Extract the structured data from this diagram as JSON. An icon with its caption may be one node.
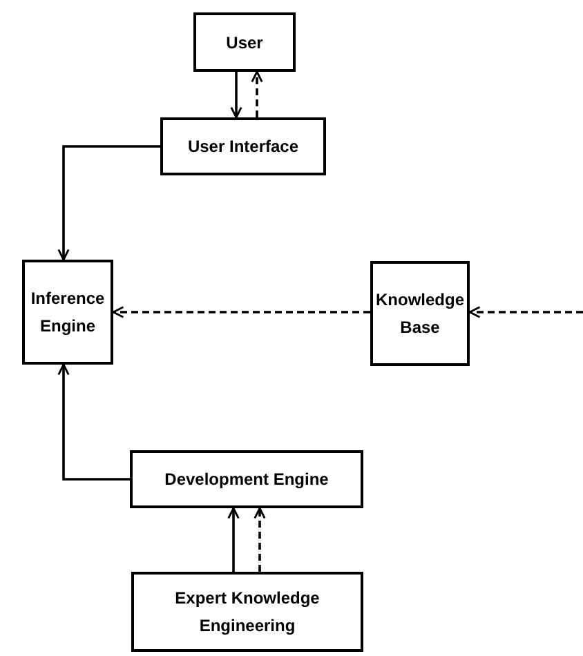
{
  "diagram": {
    "nodes": [
      {
        "text": [
          "User"
        ]
      },
      {
        "text": [
          "User Interface"
        ]
      },
      {
        "text": [
          "Inference Engine"
        ]
      },
      {
        "text": [
          "Knowledge Base"
        ]
      },
      {
        "text": [
          "Development Engine"
        ]
      },
      {
        "text": [
          "Expert Knowledge Engineering"
        ]
      }
    ],
    "edges": [
      {
        "from": 0,
        "to": 1,
        "arrow": "to"
      },
      {
        "from": 1,
        "to": 0,
        "arrow": "to",
        "style": "dashed"
      },
      {
        "from": 1,
        "to": 2,
        "arrow": "to"
      },
      {
        "from": 3,
        "to": 2,
        "arrow": "to",
        "style": "dashed"
      },
      {
        "from": null,
        "to": 3,
        "arrow": "to",
        "style": "dashed"
      },
      {
        "from": 4,
        "to": 2,
        "arrow": "to"
      },
      {
        "from": 5,
        "to": 4,
        "arrow": "to"
      },
      {
        "from": 5,
        "to": 4,
        "arrow": "to",
        "style": "dashed"
      }
    ]
  }
}
